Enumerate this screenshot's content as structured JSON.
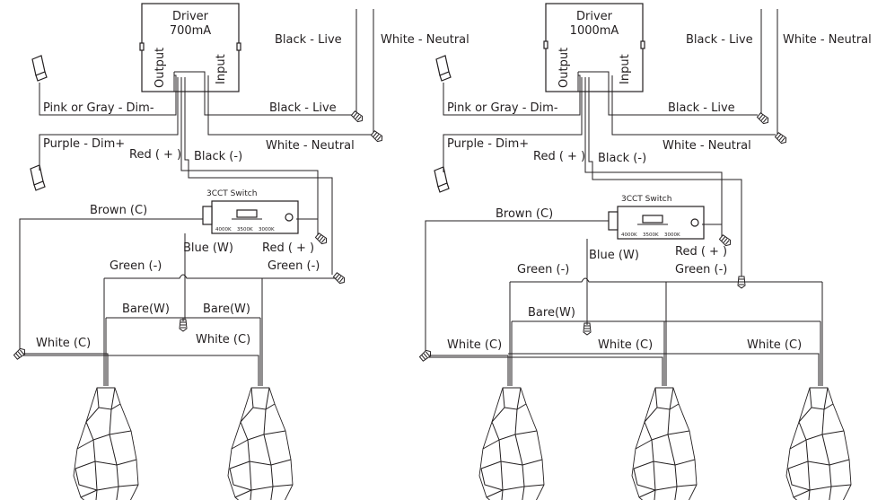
{
  "left": {
    "driver_title": "Driver",
    "driver_rating": "700mA",
    "output_label": "Output",
    "input_label": "Input",
    "top_black_live": "Black - Live",
    "top_white_neutral": "White - Neutral",
    "pink_gray_dim": "Pink or Gray - Dim-",
    "purple_dim": "Purple - Dim+",
    "black_live": "Black - Live",
    "white_neutral": "White - Neutral",
    "red_plus": "Red ( + )",
    "black_minus": "Black (-)",
    "switch_title": "3CCT Switch",
    "switch_k1": "4000K",
    "switch_k2": "3500K",
    "switch_k3": "3000K",
    "brown_c": "Brown (C)",
    "blue_w": "Blue (W)",
    "red_plus_2": "Red ( + )",
    "green_minus_left": "Green (-)",
    "green_minus_right": "Green (-)",
    "bare_w_1": "Bare(W)",
    "bare_w_2": "Bare(W)",
    "white_c_1": "White (C)",
    "white_c_2": "White (C)"
  },
  "right": {
    "driver_title": "Driver",
    "driver_rating": "1000mA",
    "output_label": "Output",
    "input_label": "Input",
    "top_black_live": "Black - Live",
    "top_white_neutral": "White - Neutral",
    "pink_gray_dim": "Pink or Gray - Dim-",
    "purple_dim": "Purple - Dim+",
    "black_live": "Black - Live",
    "white_neutral": "White - Neutral",
    "red_plus": "Red ( + )",
    "black_minus": "Black (-)",
    "switch_title": "3CCT Switch",
    "switch_k1": "4000K",
    "switch_k2": "3500K",
    "switch_k3": "3000K",
    "brown_c": "Brown (C)",
    "blue_w": "Blue (W)",
    "red_plus_2": "Red ( + )",
    "green_minus_left": "Green (-)",
    "green_minus_right": "Green (-)",
    "bare_w": "Bare(W)",
    "white_c_1": "White (C)",
    "white_c_2": "White (C)",
    "white_c_3": "White (C)"
  }
}
